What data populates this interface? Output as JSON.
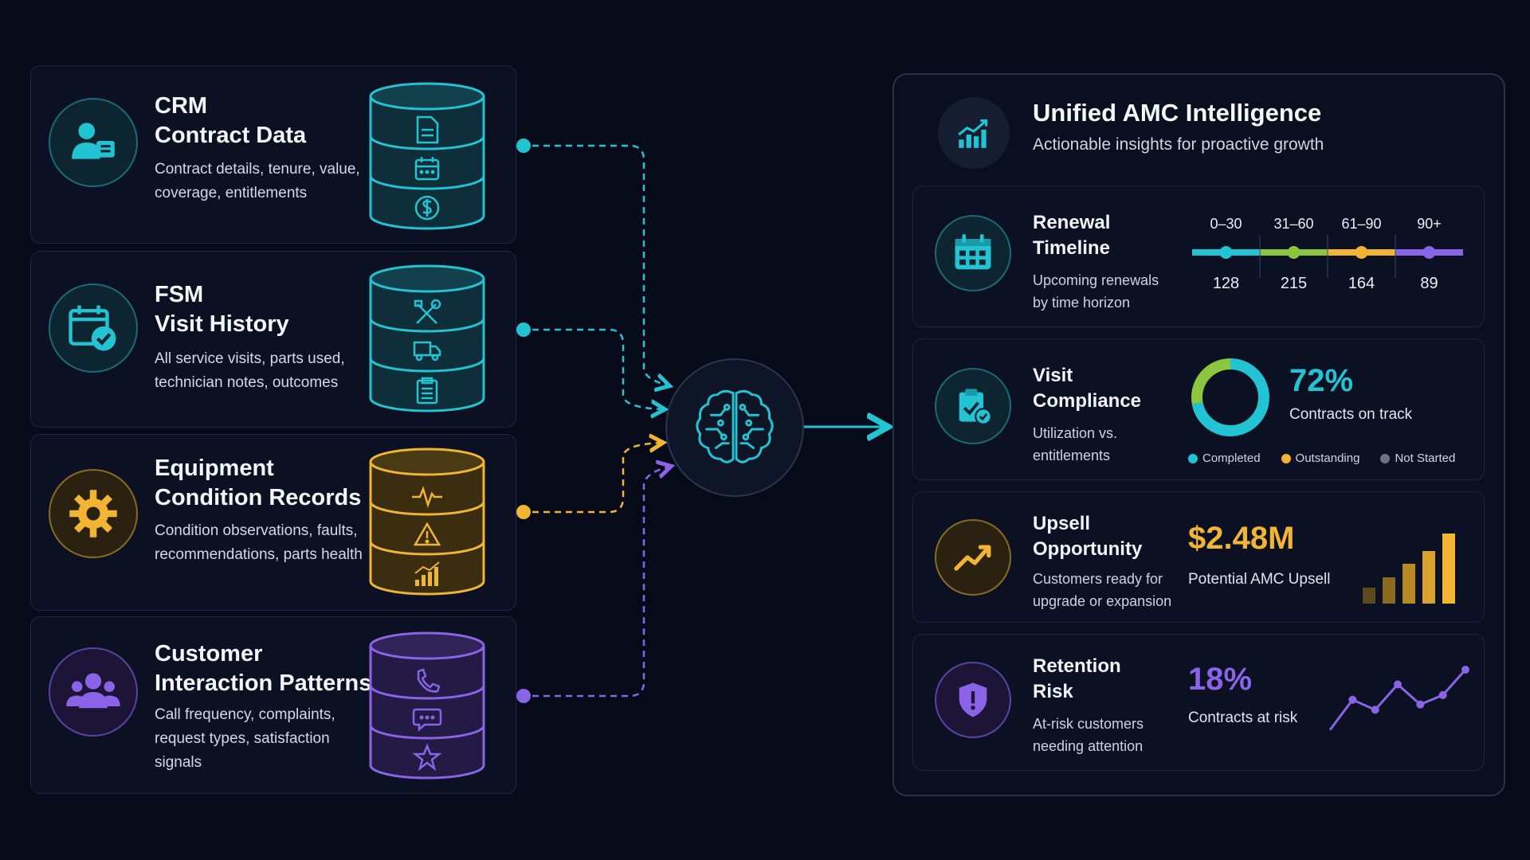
{
  "sources": [
    {
      "title_line1": "CRM",
      "title_line2": "Contract Data",
      "description": "Contract details, tenure, value, coverage, entitlements",
      "color": "#22c3d3",
      "db_icons": [
        "document-icon",
        "calendar-icon",
        "dollar-icon"
      ]
    },
    {
      "title_line1": "FSM",
      "title_line2": "Visit History",
      "description": "All service visits, parts used, technician notes, outcomes",
      "color": "#22c3d3",
      "db_icons": [
        "tools-icon",
        "truck-icon",
        "clipboard-icon"
      ]
    },
    {
      "title_line1": "Equipment",
      "title_line2": "Condition Records",
      "description": "Condition observations, faults, recommendations, parts health",
      "color": "#f2b533",
      "db_icons": [
        "pulse-icon",
        "warning-icon",
        "bar-chart-icon"
      ]
    },
    {
      "title_line1": "Customer",
      "title_line2": "Interaction Patterns",
      "description": "Call frequency, complaints, request types, satisfaction signals",
      "color": "#8a63e6",
      "db_icons": [
        "phone-icon",
        "chat-icon",
        "star-icon"
      ]
    }
  ],
  "hub": {
    "icon": "brain-icon",
    "color": "#22c3d3"
  },
  "panel": {
    "title": "Unified AMC Intelligence",
    "subtitle": "Actionable insights for proactive growth"
  },
  "renewal": {
    "title_line1": "Renewal",
    "title_line2": "Timeline",
    "desc_line1": "Upcoming renewals",
    "desc_line2": "by time horizon",
    "buckets": [
      {
        "label": "0–30",
        "value": "128",
        "color": "#22c3d3"
      },
      {
        "label": "31–60",
        "value": "215",
        "color": "#8cc63f"
      },
      {
        "label": "61–90",
        "value": "164",
        "color": "#f2b533"
      },
      {
        "label": "90+",
        "value": "89",
        "color": "#8a63e6"
      }
    ]
  },
  "compliance": {
    "title_line1": "Visit",
    "title_line2": "Compliance",
    "desc_line1": "Utilization vs.",
    "desc_line2": "entitlements",
    "value": "72%",
    "value_label": "Contracts on track",
    "value_fraction": 0.72,
    "legend": [
      {
        "label": "Completed",
        "color": "#22c3d3"
      },
      {
        "label": "Outstanding",
        "color": "#f2b533"
      },
      {
        "label": "Not Started",
        "color": "#6b7280"
      }
    ]
  },
  "upsell": {
    "title_line1": "Upsell",
    "title_line2": "Opportunity",
    "desc_line1": "Customers ready for",
    "desc_line2": "upgrade or expansion",
    "value": "$2.48M",
    "value_label": "Potential AMC Upsell",
    "bars": [
      0.2,
      0.33,
      0.5,
      0.66,
      0.88
    ]
  },
  "risk": {
    "title_line1": "Retention",
    "title_line2": "Risk",
    "desc_line1": "At-risk customers",
    "desc_line2": "needing attention",
    "value": "18%",
    "value_label": "Contracts at risk",
    "trend": [
      0.1,
      0.55,
      0.4,
      0.78,
      0.48,
      0.62,
      1.0
    ]
  },
  "colors": {
    "teal": "#22c3d3",
    "amber": "#f2b533",
    "purple": "#8a63e6",
    "green": "#8cc63f"
  }
}
